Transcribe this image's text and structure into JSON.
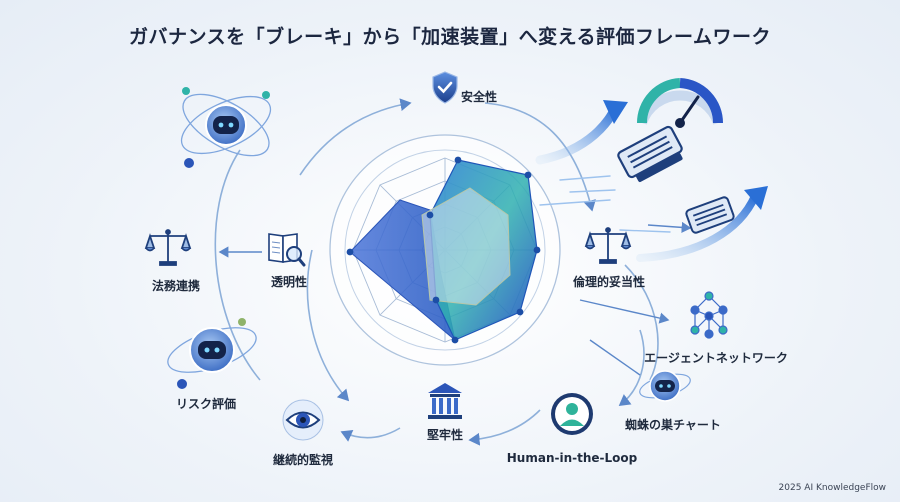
{
  "title": "ガバナンスを「ブレーキ」から「加速装置」へ変える評価フレームワーク",
  "labels": {
    "safety": "安全性",
    "ethics": "倫理的妥当性",
    "transparency": "透明性",
    "legal": "法務連携",
    "risk": "リスク評価",
    "monitoring": "継続的監視",
    "robustness": "堅牢性",
    "hitl": "Human-in-the-Loop",
    "agent_network": "エージェントネットワーク",
    "spider_chart": "蜘蛛の巣チャート"
  },
  "credit": "2025 AI KnowledgeFlow",
  "colors": {
    "accent": "#2f6fd1",
    "teal": "#2fb3a8",
    "dark": "#1c2740",
    "radar_fill": "#3d7de0"
  }
}
